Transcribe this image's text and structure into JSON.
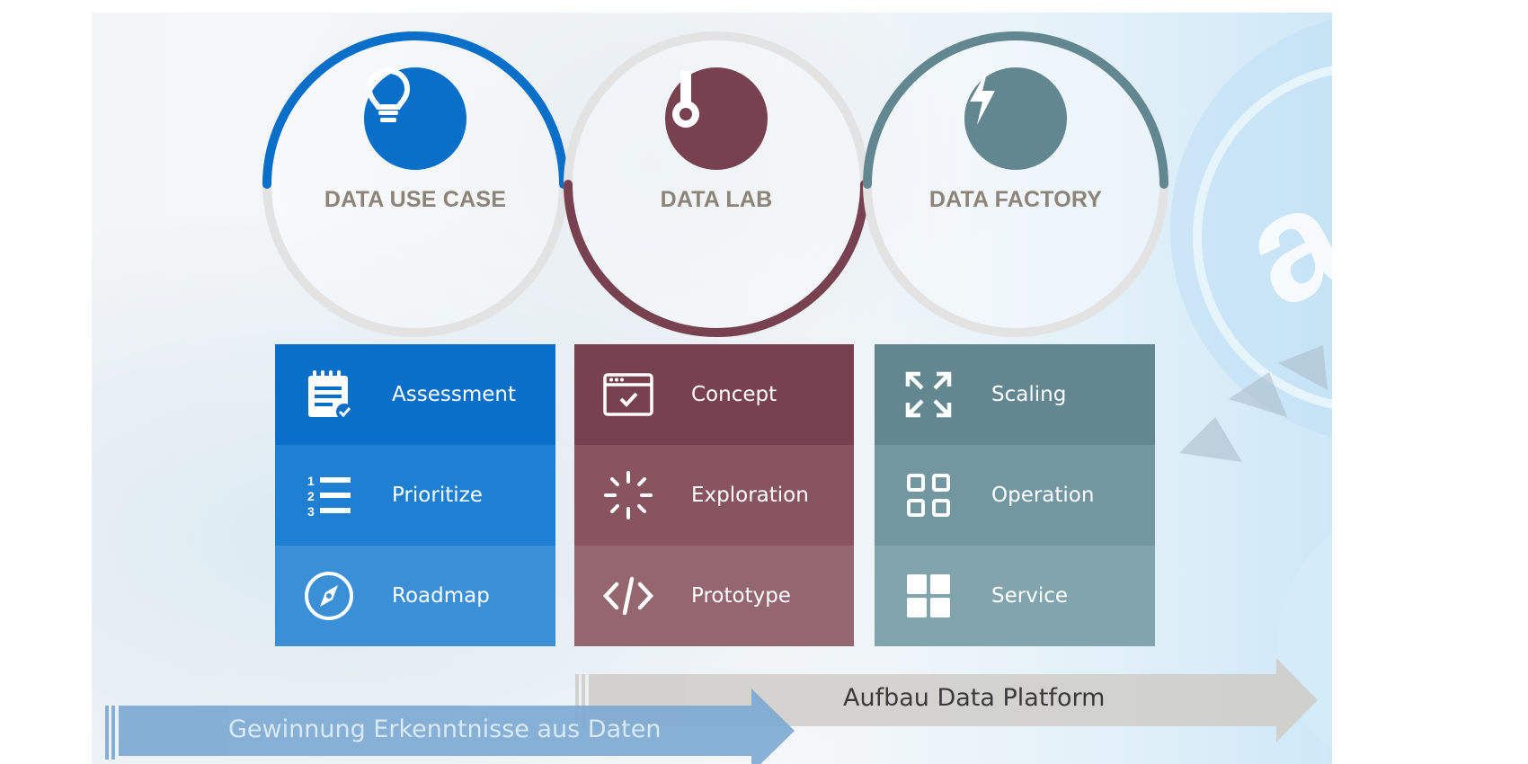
{
  "colors": {
    "usecase": "#0a6fc9",
    "lab": "#78414f",
    "factory": "#628791",
    "usecase_rows": [
      "#0a6fc9",
      "#1f80d3",
      "#3a8fd7"
    ],
    "lab_rows": [
      "#78414f",
      "#87545f",
      "#94666f"
    ],
    "factory_rows": [
      "#628791",
      "#7397a1",
      "#82a4ac"
    ]
  },
  "stages": [
    {
      "title": "DATA USE CASE",
      "badge_icon": "lightbulb-icon",
      "items": [
        {
          "label": "Assessment",
          "icon": "clipboard-check-icon"
        },
        {
          "label": "Prioritize",
          "icon": "numbered-list-icon"
        },
        {
          "label": "Roadmap",
          "icon": "compass-icon"
        }
      ]
    },
    {
      "title": "DATA LAB",
      "badge_icon": "thermometer-icon",
      "items": [
        {
          "label": "Concept",
          "icon": "browser-check-icon"
        },
        {
          "label": "Exploration",
          "icon": "spinner-icon"
        },
        {
          "label": "Prototype",
          "icon": "code-icon"
        }
      ]
    },
    {
      "title": "DATA FACTORY",
      "badge_icon": "lightning-icon",
      "items": [
        {
          "label": "Scaling",
          "icon": "expand-arrows-icon"
        },
        {
          "label": "Operation",
          "icon": "grid-outline-icon"
        },
        {
          "label": "Service",
          "icon": "grid-filled-icon"
        }
      ]
    }
  ],
  "arrows": {
    "platform": "Aufbau Data Platform",
    "insights": "Gewinnung Erkenntnisse aus Daten"
  }
}
